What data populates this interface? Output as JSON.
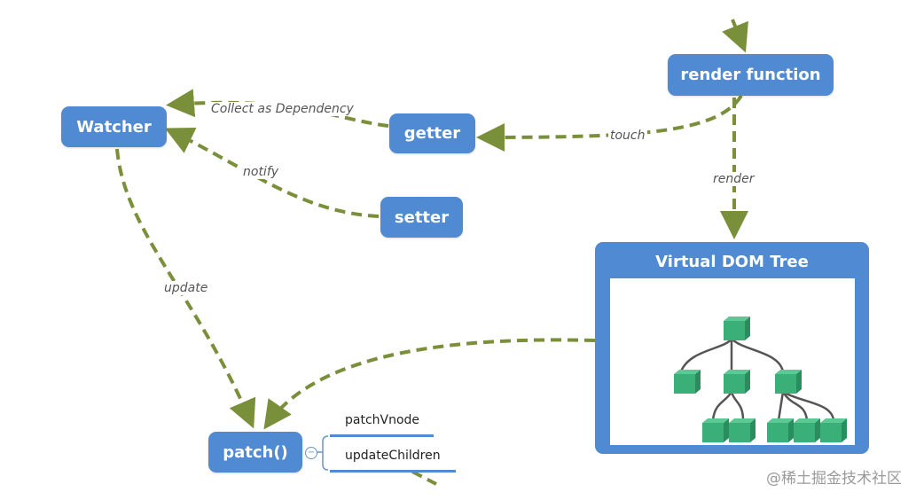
{
  "nodes": {
    "watcher": "Watcher",
    "getter": "getter",
    "setter": "setter",
    "render_function": "render function",
    "patch": "patch()",
    "vdom_tree": "Virtual DOM Tree"
  },
  "edges": {
    "collect": "Collect as Dependency",
    "touch": "touch",
    "notify": "notify",
    "render": "render",
    "update": "update"
  },
  "patch_branches": [
    "patchVnode",
    "updateChildren"
  ],
  "collapse_symbol": "−",
  "watermark": "@稀土掘金技术社区",
  "colors": {
    "node_blue": "#4f8ad2",
    "arrow_green": "#7a8f3a",
    "cube_green": "#3aaf77"
  }
}
